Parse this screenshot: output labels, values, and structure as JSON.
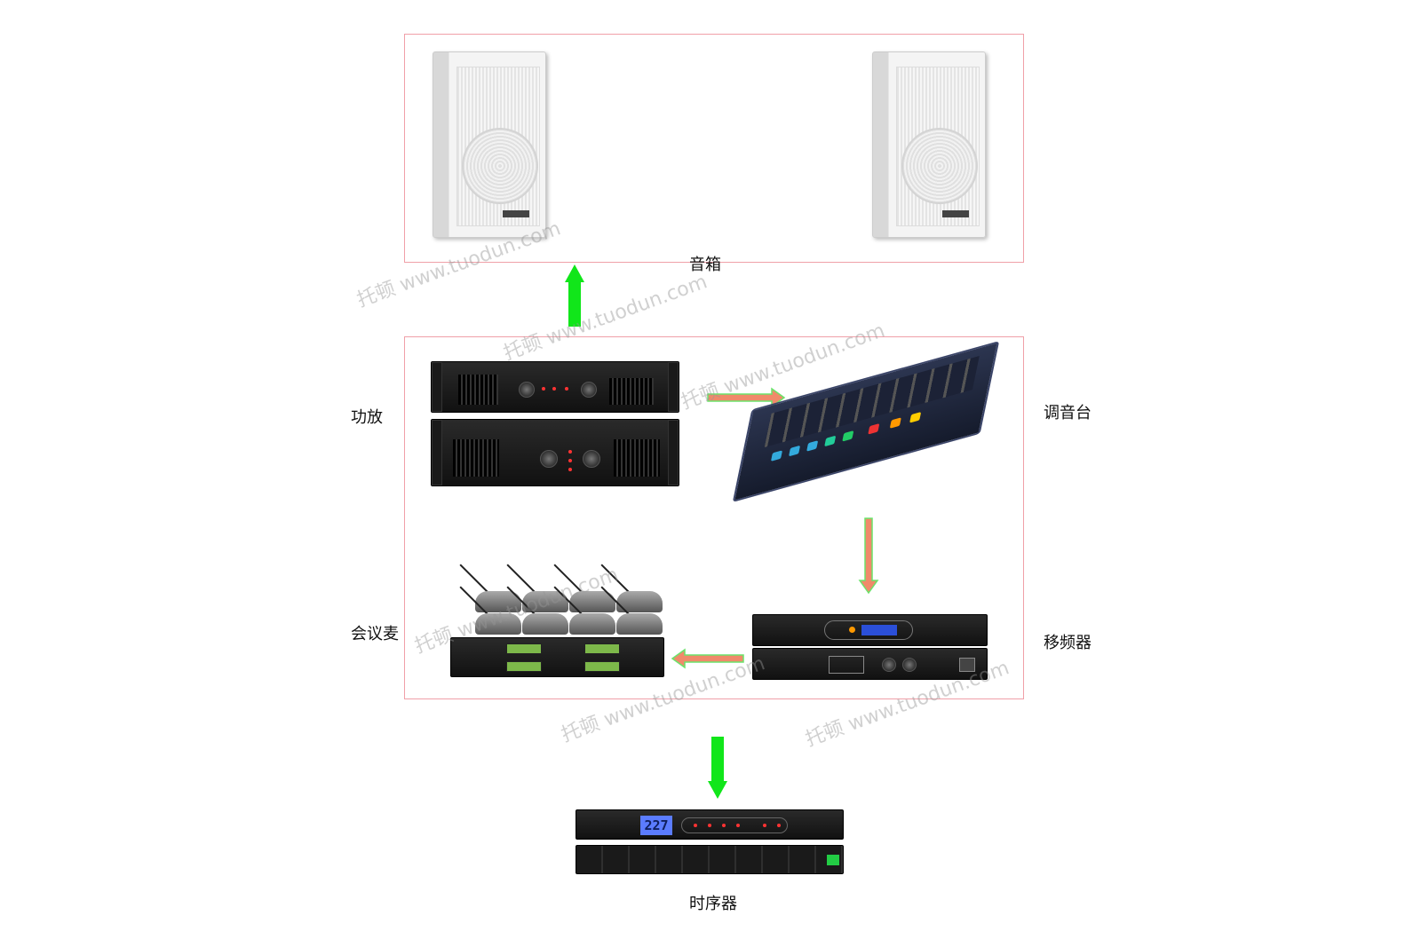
{
  "title_labels": {
    "speaker": "音箱",
    "amplifier": "功放",
    "mixer": "调音台",
    "conference_mic": "会议麦",
    "frequency_shifter": "移频器",
    "sequencer": "时序器"
  },
  "sequencer_display": "227",
  "watermark": "托顿 www.tuodun.com",
  "colors": {
    "frame": "#f0a0a8",
    "green_arrow": "#11e61a",
    "orange_arrow": "#f08a6a"
  }
}
